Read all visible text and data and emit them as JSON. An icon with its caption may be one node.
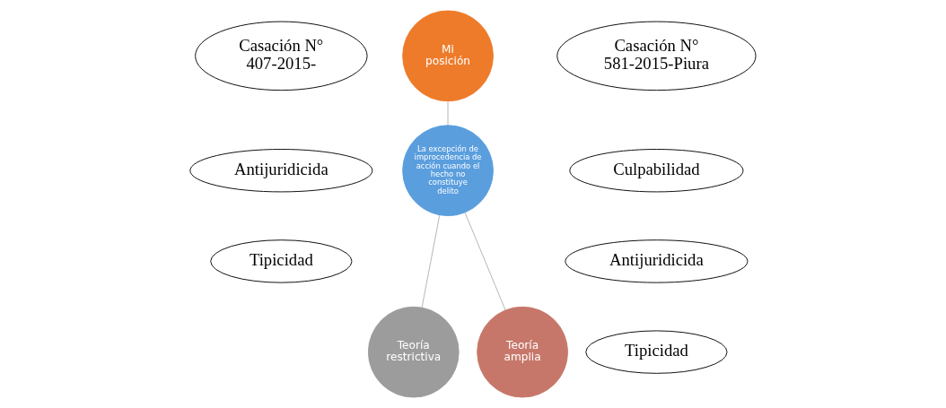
{
  "diagram": {
    "nodes": [
      {
        "text": [
          "Casación N° 407-2015-"
        ]
      },
      {
        "text": [
          "Mi posición"
        ]
      },
      {
        "text": [
          "Casación N° 581-2015-Piura"
        ]
      },
      {
        "text": [
          "Culpabilidad"
        ]
      },
      {
        "text": [
          "Antijuridicida"
        ]
      },
      {
        "text": [
          "La excepción de improcedencia de acción cuando el hecho no constituye delito"
        ]
      },
      {
        "text": [
          "Antijuridicida"
        ]
      },
      {
        "text": [
          "Tipicidad"
        ]
      },
      {
        "text": [
          "Teoría restrictiva"
        ]
      },
      {
        "text": [
          "Teoría amplia"
        ]
      },
      {
        "text": [
          "Tipicidad"
        ]
      }
    ],
    "edges": [
      {
        "from": 5,
        "to": 1,
        "arrow": "none"
      },
      {
        "from": 5,
        "to": 8,
        "arrow": "none"
      },
      {
        "from": 5,
        "to": 9,
        "arrow": "none"
      }
    ]
  }
}
